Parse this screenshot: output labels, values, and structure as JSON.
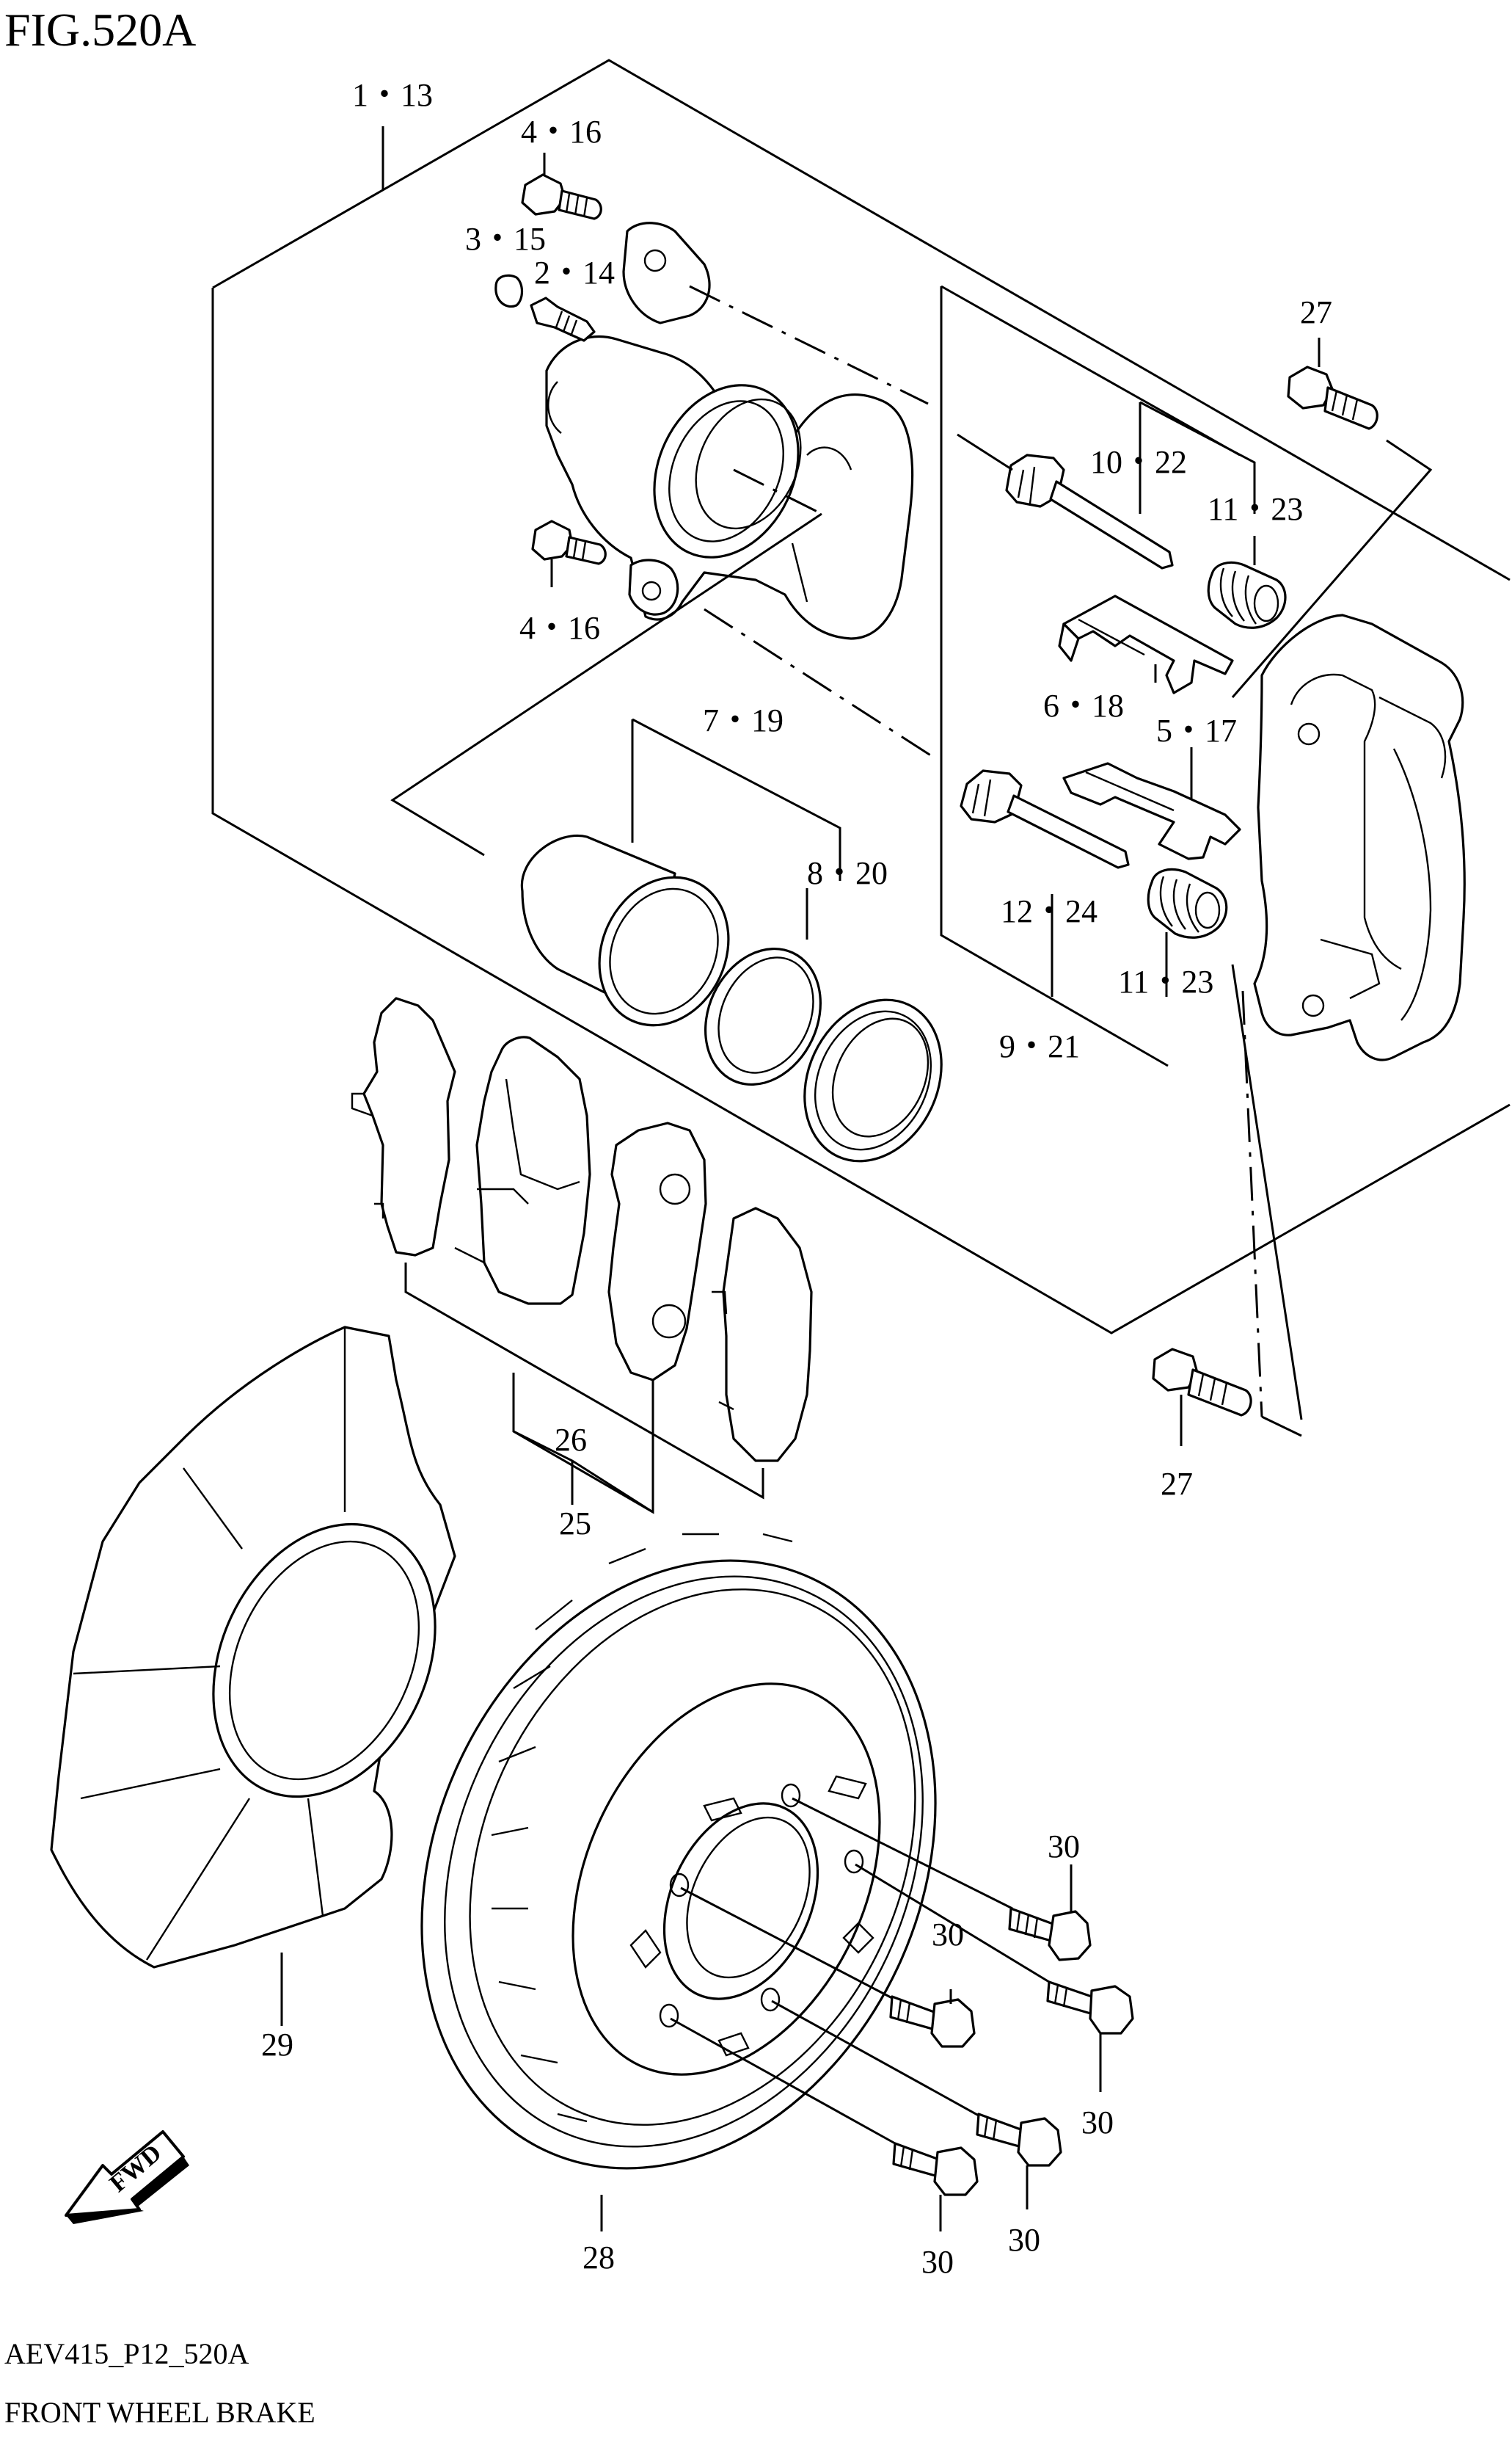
{
  "figure": {
    "title": "FIG.520A"
  },
  "footer": {
    "code": "AEV415_P12_520A",
    "caption": "FRONT WHEEL BRAKE"
  },
  "fwd_marker": {
    "label": "FWD"
  },
  "callouts": [
    {
      "id": "c-1-13",
      "text": "1・13"
    },
    {
      "id": "c-4-16a",
      "text": "4・16"
    },
    {
      "id": "c-3-15",
      "text": "3・15"
    },
    {
      "id": "c-2-14",
      "text": "2・14"
    },
    {
      "id": "c-4-16b",
      "text": "4・16"
    },
    {
      "id": "c-27a",
      "text": "27"
    },
    {
      "id": "c-10-22",
      "text": "10・22"
    },
    {
      "id": "c-11-23a",
      "text": "11・23"
    },
    {
      "id": "c-6-18",
      "text": "6・18"
    },
    {
      "id": "c-5-17",
      "text": "5・17"
    },
    {
      "id": "c-7-19",
      "text": "7・19"
    },
    {
      "id": "c-8-20",
      "text": "8・20"
    },
    {
      "id": "c-12-24",
      "text": "12・24"
    },
    {
      "id": "c-11-23b",
      "text": "11・23"
    },
    {
      "id": "c-9-21",
      "text": "9・21"
    },
    {
      "id": "c-27b",
      "text": "27"
    },
    {
      "id": "c-26",
      "text": "26"
    },
    {
      "id": "c-25",
      "text": "25"
    },
    {
      "id": "c-29",
      "text": "29"
    },
    {
      "id": "c-28",
      "text": "28"
    },
    {
      "id": "c-30a",
      "text": "30"
    },
    {
      "id": "c-30b",
      "text": "30"
    },
    {
      "id": "c-30c",
      "text": "30"
    },
    {
      "id": "c-30d",
      "text": "30"
    },
    {
      "id": "c-30e",
      "text": "30"
    }
  ]
}
